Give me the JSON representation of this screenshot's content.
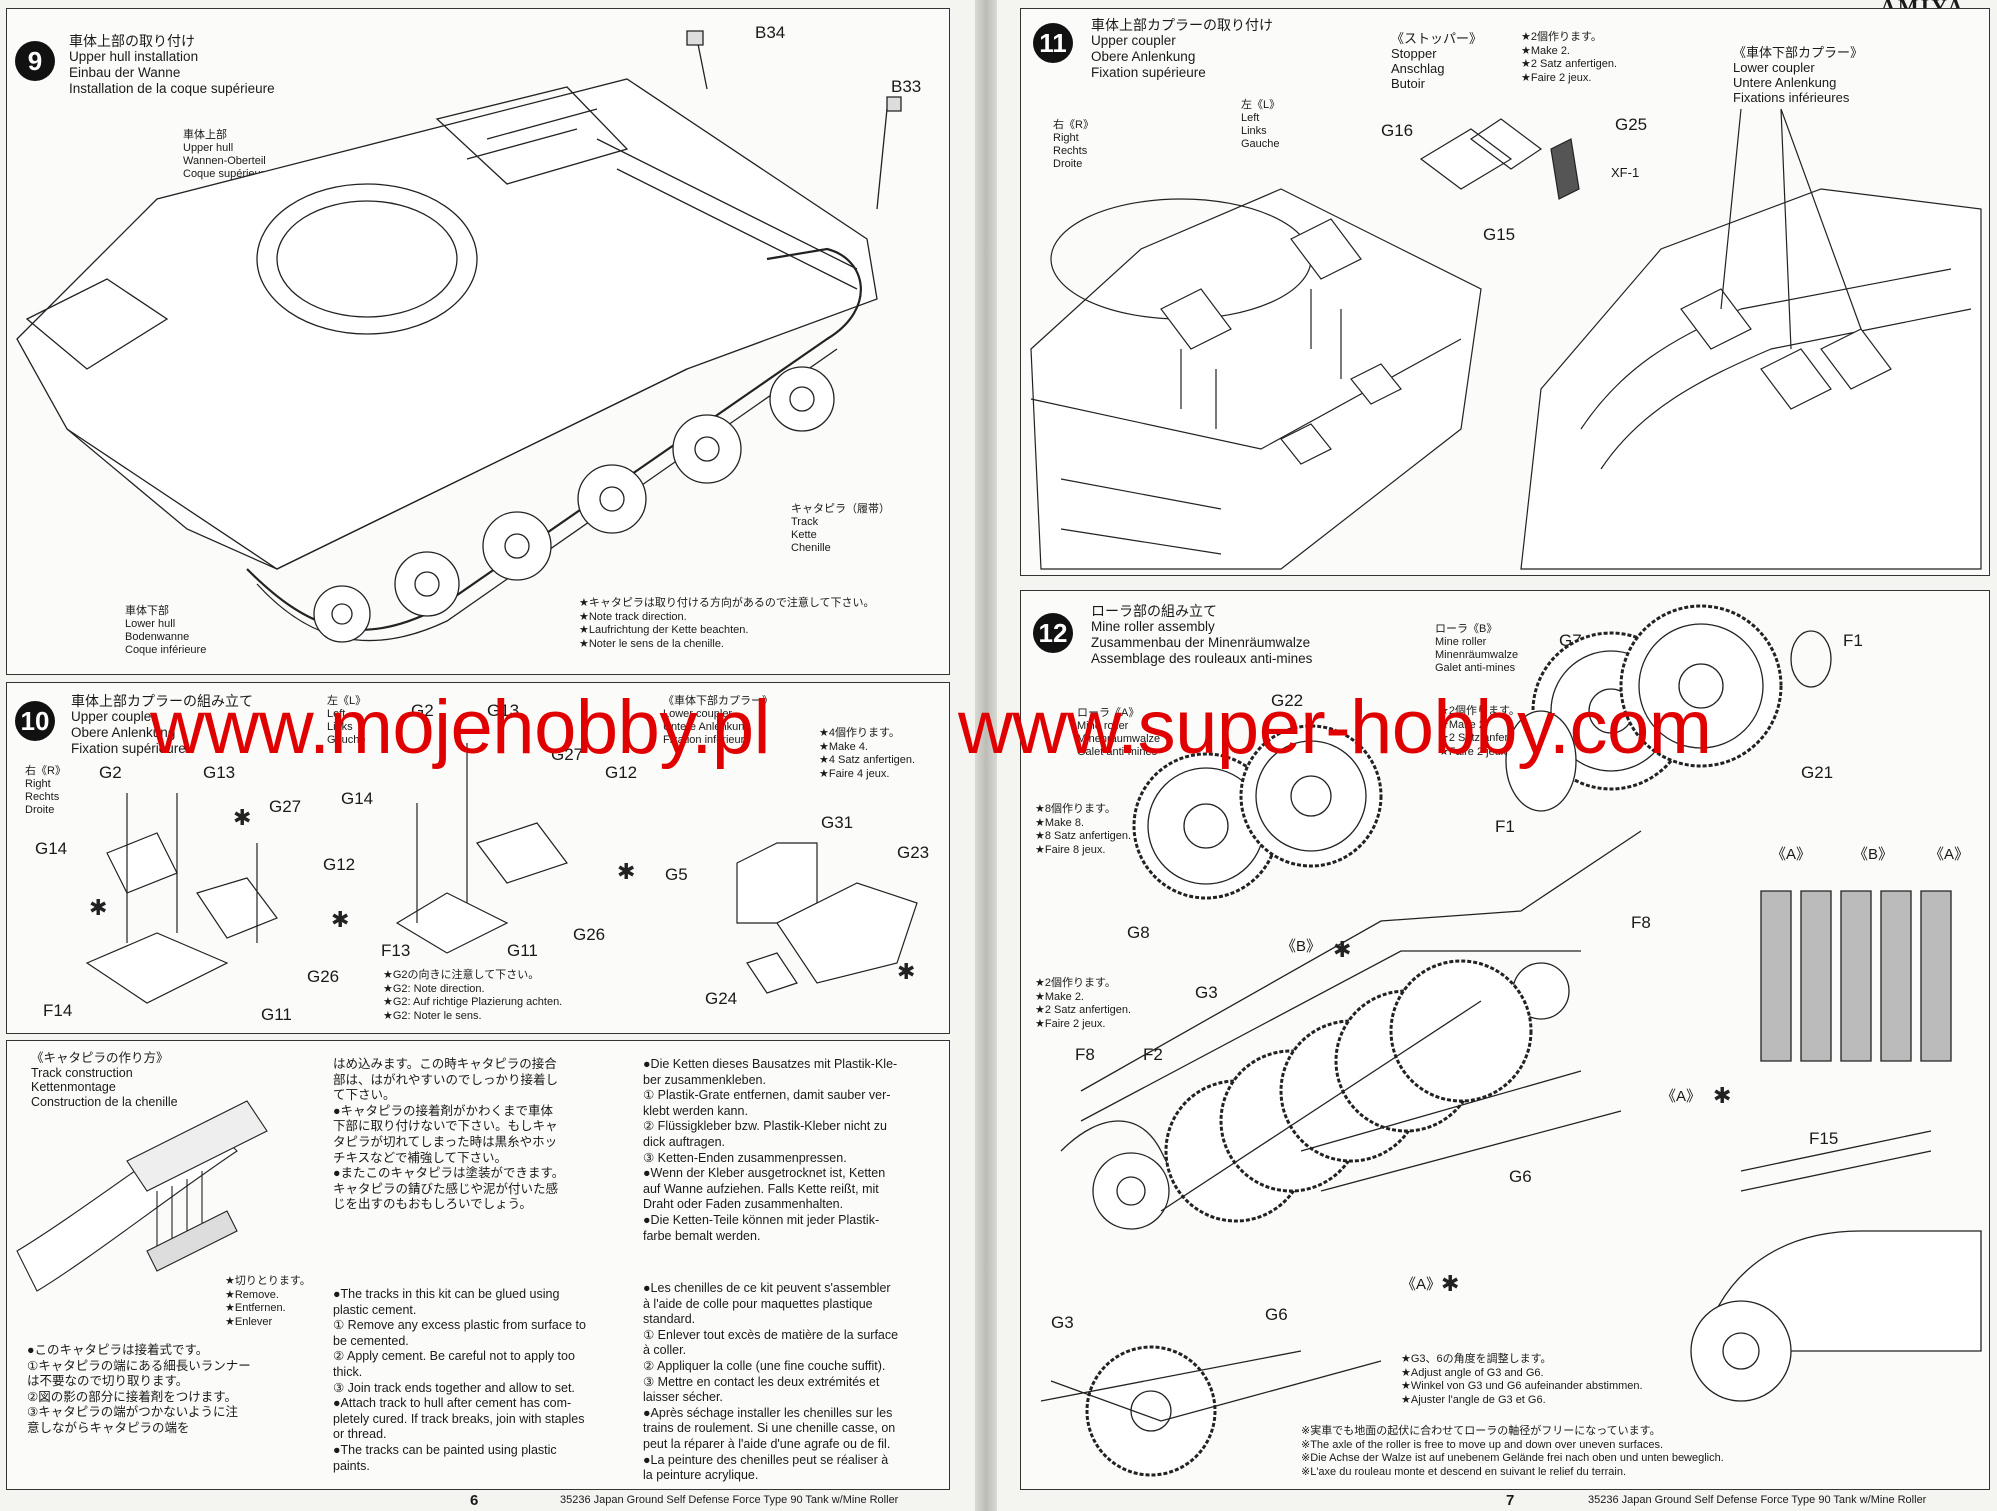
{
  "brand": "AMIYA",
  "watermark": {
    "left": "www.mojehobby.pl",
    "right": "www.super-hobby.com"
  },
  "steps": {
    "s9": {
      "num": "9",
      "title_jp": "車体上部の取り付け",
      "title": [
        "Upper hull installation",
        "Einbau der Wanne",
        "Installation de la coque supérieure"
      ],
      "parts": [
        "B34",
        "B33"
      ],
      "upper_hull": [
        "車体上部",
        "Upper hull",
        "Wannen-Oberteil",
        "Coque supérieure"
      ],
      "track": [
        "キャタピラ（履帯）",
        "Track",
        "Kette",
        "Chenille"
      ],
      "lower_hull": [
        "車体下部",
        "Lower hull",
        "Bodenwanne",
        "Coque inférieure"
      ],
      "note": [
        "★キャタピラは取り付ける方向があるので注意して下さい。",
        "★Note track direction.",
        "★Laufrichtung der Kette beachten.",
        "★Noter le sens de la chenille."
      ]
    },
    "s10": {
      "num": "10",
      "title_jp": "車体上部カプラーの組み立て",
      "title": [
        "Upper coupler",
        "Obere Anlenkung",
        "Fixation supérieure"
      ],
      "right_label": [
        "右《R》",
        "Right",
        "Rechts",
        "Droite"
      ],
      "left_label": [
        "左《L》",
        "Left",
        "Links",
        "Gauche"
      ],
      "lower_label": [
        "《車体下部カプラー》",
        "Lower coupler",
        "Untere Anlenkung",
        "Fixation inférieure"
      ],
      "make": [
        "★4個作ります。",
        "★Make 4.",
        "★4 Satz anfertigen.",
        "★Faire 4 jeux."
      ],
      "parts_r": [
        "G2",
        "G13",
        "G14",
        "G27",
        "G12",
        "G26",
        "G11",
        "F14"
      ],
      "parts_l": [
        "G2",
        "G13",
        "G14",
        "G27",
        "G12",
        "F13",
        "G11",
        "G26"
      ],
      "parts_c": [
        "G5",
        "G31",
        "G23",
        "G24"
      ],
      "note": [
        "★G2の向きに注意して下さい。",
        "★G2: Note direction.",
        "★G2: Auf richtige Plazierung achten.",
        "★G2: Noter le sens."
      ]
    },
    "s11": {
      "num": "11",
      "title_jp": "車体上部カプラーの取り付け",
      "title": [
        "Upper coupler",
        "Obere Anlenkung",
        "Fixation supérieure"
      ],
      "stopper": [
        "《ストッパー》",
        "Stopper",
        "Anschlag",
        "Butoir"
      ],
      "make2": [
        "★2個作ります。",
        "★Make 2.",
        "★2 Satz anfertigen.",
        "★Faire 2 jeux."
      ],
      "lower": [
        "《車体下部カプラー》",
        "Lower coupler",
        "Untere Anlenkung",
        "Fixations inférieures"
      ],
      "right_label": [
        "右《R》",
        "Right",
        "Rechts",
        "Droite"
      ],
      "left_label": [
        "左《L》",
        "Left",
        "Links",
        "Gauche"
      ],
      "parts": [
        "G16",
        "G25",
        "XF-1",
        "G15"
      ]
    },
    "s12": {
      "num": "12",
      "title_jp": "ローラ部の組み立て",
      "title": [
        "Mine roller assembly",
        "Zusammenbau der Minenräumwalze",
        "Assemblage des rouleaux anti-mines"
      ],
      "roller_b": [
        "ローラ《B》",
        "Mine roller",
        "Minenräumwalze",
        "Galet anti-mines"
      ],
      "roller_a": [
        "ローラ《A》",
        "Mine roller",
        "Minenräumwalze",
        "Galet anti-mines"
      ],
      "make2a": [
        "★2個作ります。",
        "★Make 2.",
        "★2 Satz anfertigen.",
        "★Faire 2 jeux."
      ],
      "make8": [
        "★8個作ります。",
        "★Make 8.",
        "★8 Satz anfertigen.",
        "★Faire 8 jeux."
      ],
      "make2b": [
        "★2個作ります。",
        "★Make 2.",
        "★2 Satz anfertigen.",
        "★Faire 2 jeux."
      ],
      "parts": [
        "G22",
        "G7",
        "F1",
        "F1",
        "G21",
        "G8",
        "F8",
        "G3",
        "F8",
        "F2",
        "G6",
        "F15",
        "G3",
        "G6"
      ],
      "ab": [
        "《A》",
        "《B》",
        "《A》",
        "《B》",
        "《A》",
        "《A》"
      ],
      "adjust": [
        "★G3、6の角度を調整します。",
        "★Adjust angle of G3 and G6.",
        "★Winkel von G3 und G6 aufeinander abstimmen.",
        "★Ajuster l'angle de G3 et G6."
      ],
      "axle": [
        "※実車でも地面の起伏に合わせてローラの軸径がフリーになっています。",
        "※The axle of the roller is free to move up and down over uneven surfaces.",
        "※Die Achse der Walze ist auf unebenem Gelände frei nach oben und unten beweglich.",
        "※L'axe du rouleau monte et descend en suivant le relief du terrain."
      ]
    }
  },
  "track_construction": {
    "title": [
      "《キャタピラの作り方》",
      "Track construction",
      "Kettenmontage",
      "Construction de la chenille"
    ],
    "remove": [
      "★切りとります。",
      "★Remove.",
      "★Entfernen.",
      "★Enlever"
    ],
    "jp1": [
      "●このキャタピラは接着式です。",
      "①キャタピラの端にある細長いランナー",
      "は不要なので切り取ります。",
      "②図の影の部分に接着剤をつけます。",
      "③キャタピラの端がつかないように注",
      "意しながらキャタピラの端を"
    ],
    "jp2": [
      "はめ込みます。この時キャタピラの接合",
      "部は、はがれやすいのでしっかり接着し",
      "て下さい。",
      "●キャタピラの接着剤がかわくまで車体",
      "下部に取り付けないで下さい。もしキャ",
      "タピラが切れてしまった時は黒糸やホッ",
      "チキスなどで補強して下さい。",
      "●またこのキャタピラは塗装ができます。",
      "キャタピラの錆びた感じや泥が付いた感",
      "じを出すのもおもしろいでしょう。"
    ],
    "en": [
      "●The tracks in this kit can be glued using",
      "plastic cement.",
      "① Remove any excess plastic from surface to",
      "be cemented.",
      "② Apply cement. Be careful not to apply too",
      "thick.",
      "③ Join track ends together and allow to set.",
      "●Attach track to hull after cement has com-",
      "pletely cured. If track breaks, join with staples",
      "or thread.",
      "●The tracks can be painted using plastic",
      "paints."
    ],
    "de": [
      "●Die Ketten dieses Bausatzes mit Plastik-Kle-",
      "ber zusammenkleben.",
      "① Plastik-Grate entfernen, damit sauber ver-",
      "klebt werden kann.",
      "② Flüssigkleber bzw. Plastik-Kleber nicht zu",
      "dick auftragen.",
      "③ Ketten-Enden zusammenpressen.",
      "●Wenn der Kleber ausgetrocknet ist, Ketten",
      "auf Wanne aufziehen. Falls Kette reißt, mit",
      "Draht oder Faden zusammenhalten.",
      "●Die Ketten-Teile können mit jeder Plastik-",
      "farbe bemalt werden."
    ],
    "fr": [
      "●Les chenilles de ce kit peuvent s'assembler",
      "à l'aide de colle pour maquettes plastique",
      "standard.",
      "① Enlever tout excès de matière de la surface",
      "à coller.",
      "② Appliquer la colle (une fine couche suffit).",
      "③ Mettre en contact les deux extrémités et",
      "laisser sécher.",
      "●Après séchage installer les chenilles sur les",
      "trains de roulement. Si une chenille casse, on",
      "peut la réparer à l'aide d'une agrafe ou de fil.",
      "●La peinture des chenilles peut se réaliser à",
      "la peinture acrylique."
    ]
  },
  "footer": {
    "left_page": "6",
    "right_page": "7",
    "product": "35236 Japan Ground Self Defense Force Type 90 Tank w/Mine Roller"
  }
}
